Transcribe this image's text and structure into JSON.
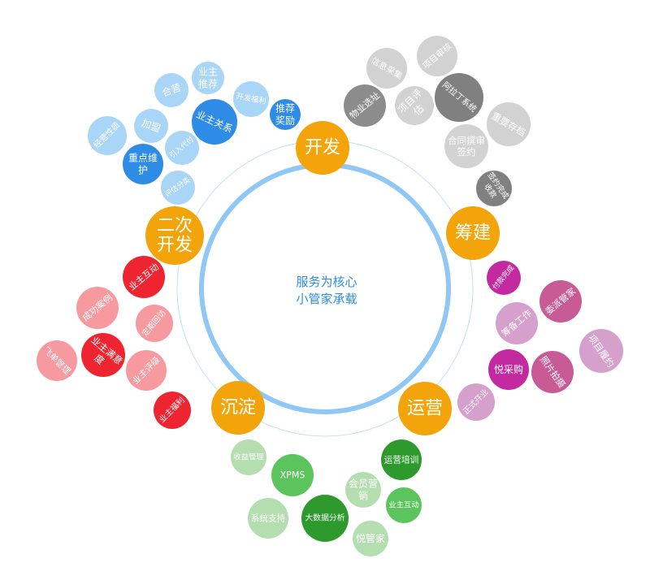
{
  "center": {
    "line1": "服务为核心",
    "line2": "小管家承载"
  },
  "colors": {
    "hub": "#f2a40a",
    "ring": "#90c8f5",
    "ring_thin": "#bfe0fb",
    "text_blue": "#2f8ee0"
  },
  "hubs": [
    {
      "id": "dev",
      "lines": [
        "开发"
      ]
    },
    {
      "id": "build",
      "lines": [
        "筹建"
      ]
    },
    {
      "id": "ops",
      "lines": [
        "运营"
      ]
    },
    {
      "id": "settle",
      "lines": [
        "沉淀"
      ]
    },
    {
      "id": "redev",
      "lines": [
        "二次",
        "开发"
      ]
    }
  ],
  "groups": [
    {
      "id": "dev",
      "bubbles": [
        {
          "lines": [
            "信息采集"
          ],
          "color": "#d2d2d2"
        },
        {
          "lines": [
            "项目审核"
          ],
          "color": "#d2d2d2"
        },
        {
          "lines": [
            "阿拉丁系统"
          ],
          "color": "#808080"
        },
        {
          "lines": [
            "项目评",
            "估"
          ],
          "color": "#d2d2d2"
        },
        {
          "lines": [
            "物业选址"
          ],
          "color": "#8c8c8c"
        },
        {
          "lines": [
            "重要存档"
          ],
          "color": "#d2d2d2"
        },
        {
          "lines": [
            "合同撰审",
            "签约"
          ],
          "color": "#d2d2d2"
        },
        {
          "lines": [
            "签约完成",
            "收款"
          ],
          "color": "#808080"
        }
      ]
    },
    {
      "id": "redev",
      "bubbles": [
        {
          "lines": [
            "业主",
            "推荐"
          ],
          "color": "#a9d5f7"
        },
        {
          "lines": [
            "合营"
          ],
          "color": "#a9d5f7"
        },
        {
          "lines": [
            "开发福利"
          ],
          "color": "#a9d5f7"
        },
        {
          "lines": [
            "推荐",
            "奖励"
          ],
          "color": "#2e8be6"
        },
        {
          "lines": [
            "业主关系"
          ],
          "color": "#2e8be6"
        },
        {
          "lines": [
            "加盟"
          ],
          "color": "#a9d5f7"
        },
        {
          "lines": [
            "经营性质"
          ],
          "color": "#a9d5f7"
        },
        {
          "lines": [
            "引入代付"
          ],
          "color": "#a9d5f7"
        },
        {
          "lines": [
            "重点维",
            "护"
          ],
          "color": "#2e8be6"
        },
        {
          "lines": [
            "评估分类"
          ],
          "color": "#a9d5f7"
        }
      ]
    },
    {
      "id": "build",
      "bubbles": [
        {
          "lines": [
            "付款完成"
          ],
          "color": "#c42aa0"
        },
        {
          "lines": [
            "委派管家"
          ],
          "color": "#c85a95"
        },
        {
          "lines": [
            "筹备工作"
          ],
          "color": "#d5a0cc"
        },
        {
          "lines": [
            "项目履约"
          ],
          "color": "#d5a0cc"
        },
        {
          "lines": [
            "悦采购"
          ],
          "color": "#c42aa0"
        },
        {
          "lines": [
            "照片拍摄"
          ],
          "color": "#c85a95"
        },
        {
          "lines": [
            "正式开业"
          ],
          "color": "#d5a0cc"
        }
      ]
    },
    {
      "id": "ops",
      "bubbles": [
        {
          "lines": [
            "运营培训"
          ],
          "color": "#2e9a2e"
        },
        {
          "lines": [
            "会员营",
            "销"
          ],
          "color": "#b4ddb0"
        },
        {
          "lines": [
            "业主互动"
          ],
          "color": "#5cc45c"
        },
        {
          "lines": [
            "悦管家"
          ],
          "color": "#b4ddb0"
        },
        {
          "lines": [
            "大数据分析"
          ],
          "color": "#2e9a2e"
        },
        {
          "lines": [
            "XPMS"
          ],
          "color": "#5cc45c"
        },
        {
          "lines": [
            "收益管理"
          ],
          "color": "#b4ddb0"
        },
        {
          "lines": [
            "系统支持"
          ],
          "color": "#b4ddb0"
        }
      ]
    },
    {
      "id": "settle",
      "bubbles": [
        {
          "lines": [
            "业主互动"
          ],
          "color": "#ee2530"
        },
        {
          "lines": [
            "成功案例"
          ],
          "color": "#f79aa0"
        },
        {
          "lines": [
            "定期回访"
          ],
          "color": "#f79aa0"
        },
        {
          "lines": [
            "业主满意",
            "度"
          ],
          "color": "#ee2530"
        },
        {
          "lines": [
            "飞单管理"
          ],
          "color": "#f79aa0"
        },
        {
          "lines": [
            "业主评级"
          ],
          "color": "#f79aa0"
        },
        {
          "lines": [
            "业主福利"
          ],
          "color": "#ee2530"
        }
      ]
    }
  ]
}
